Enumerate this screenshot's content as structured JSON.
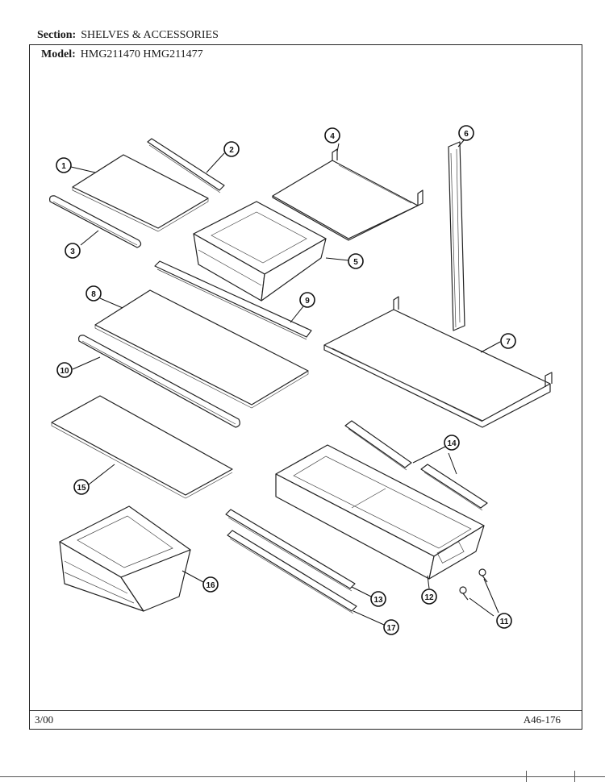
{
  "header": {
    "section_label": "Section:",
    "section_value": "SHELVES & ACCESSORIES",
    "model_label": "Model:",
    "model_value": "HMG211470  HMG211477"
  },
  "footer": {
    "date": "3/00",
    "code": "A46-176"
  },
  "callouts": [
    "1",
    "2",
    "3",
    "4",
    "5",
    "6",
    "7",
    "8",
    "9",
    "10",
    "11",
    "12",
    "13",
    "14",
    "15",
    "16",
    "17"
  ]
}
